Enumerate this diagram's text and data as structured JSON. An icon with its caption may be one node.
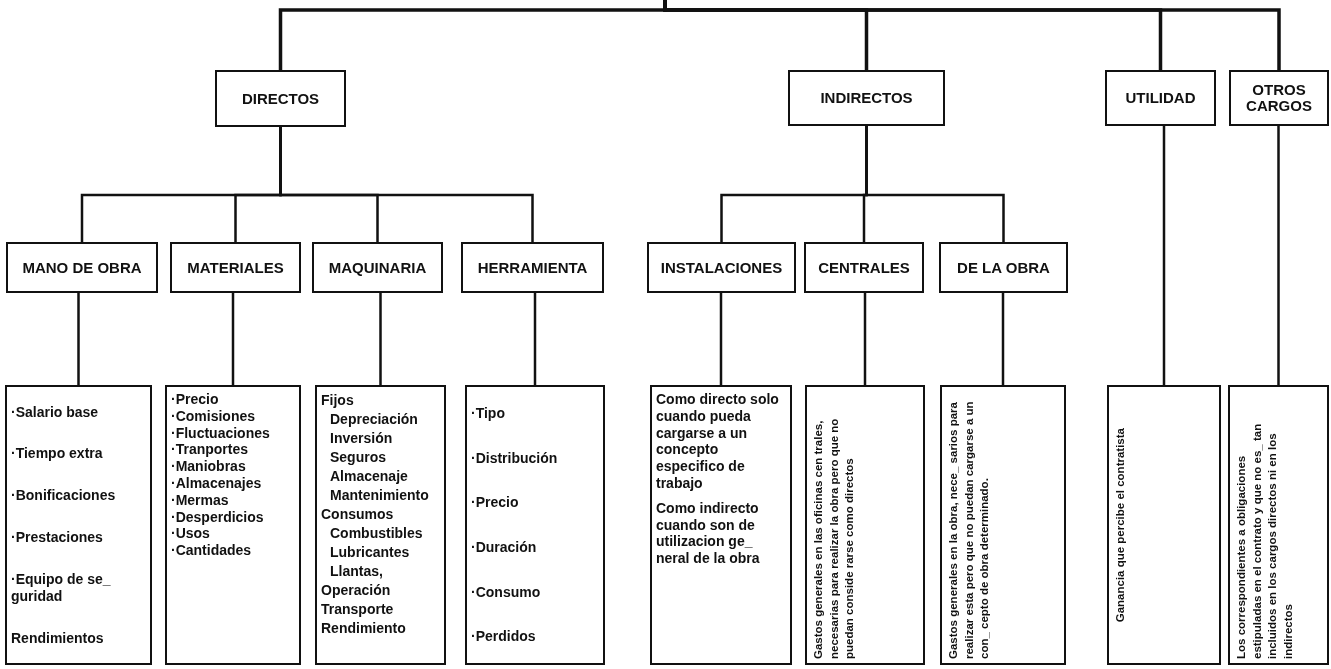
{
  "diagram": {
    "nodes": [
      {
        "text": [
          "DIRECTOS"
        ]
      },
      {
        "text": [
          "INDIRECTOS"
        ]
      },
      {
        "text": [
          "UTILIDAD"
        ]
      },
      {
        "text": [
          "OTROS CARGOS"
        ]
      },
      {
        "text": [
          "MANO DE OBRA"
        ]
      },
      {
        "text": [
          "MATERIALES"
        ]
      },
      {
        "text": [
          "MAQUINARIA"
        ]
      },
      {
        "text": [
          "HERRAMIENTA"
        ]
      },
      {
        "text": [
          "INSTALACIONES"
        ]
      },
      {
        "text": [
          "CENTRALES"
        ]
      },
      {
        "text": [
          "DE LA OBRA"
        ]
      },
      {
        "text": [
          "·Salario base",
          "·Tiempo extra",
          "·Bonificaciones",
          "·Prestaciones",
          "·Equipo de se_ guridad",
          "Rendimientos"
        ]
      },
      {
        "text": [
          "·Precio",
          "·Comisiones",
          "·Fluctuaciones",
          "·Tranportes",
          "·Maniobras",
          "·Almacenajes",
          "·Mermas",
          "·Desperdicios",
          "·Usos",
          "·Cantidades"
        ]
      },
      {
        "text": [
          "Fijos",
          "Depreciación",
          "Inversión",
          "Seguros",
          "Almacenaje",
          "Mantenimiento",
          "Consumos",
          "Combustibles",
          "Lubricantes",
          "Llantas,",
          "Operación",
          "Transporte",
          "Rendimiento"
        ]
      },
      {
        "text": [
          "·Tipo",
          "·Distribución",
          "·Precio",
          "·Duración",
          "·Consumo",
          "·Perdidos"
        ]
      },
      {
        "text": [
          "Como directo solo cuando pueda cargarse a un concepto especifico de trabajo",
          "Como indirecto cuando son de utilizacion ge_ neral de la obra"
        ]
      },
      {
        "text": [
          "Gastos generales en las oficinas cen trales, necesarias para realizar la obra pero que no puedan conside rarse como directos"
        ]
      },
      {
        "text": [
          "Gastos generales en la obra, nece_ sarios para realizar esta pero que no puedan cargarse a un con_ cepto de obra determinado."
        ]
      },
      {
        "text": [
          "Ganancia que percibe el contratista"
        ]
      },
      {
        "text": [
          "Los correspondientes a obligaciones estipuladas en el contrato y que no es_ tan incluidos en los cargos directos ni en los indirectos"
        ]
      }
    ],
    "edges": [
      {
        "from": null,
        "to": 0,
        "arrow": "none"
      },
      {
        "from": null,
        "to": 1,
        "arrow": "none"
      },
      {
        "from": null,
        "to": 2,
        "arrow": "none"
      },
      {
        "from": null,
        "to": 3,
        "arrow": "none"
      },
      {
        "from": 0,
        "to": 4,
        "arrow": "none"
      },
      {
        "from": 0,
        "to": 5,
        "arrow": "none"
      },
      {
        "from": 0,
        "to": 6,
        "arrow": "none"
      },
      {
        "from": 0,
        "to": 7,
        "arrow": "none"
      },
      {
        "from": 1,
        "to": 8,
        "arrow": "none"
      },
      {
        "from": 1,
        "to": 9,
        "arrow": "none"
      },
      {
        "from": 1,
        "to": 10,
        "arrow": "none"
      },
      {
        "from": 4,
        "to": 11,
        "arrow": "none"
      },
      {
        "from": 5,
        "to": 12,
        "arrow": "none"
      },
      {
        "from": 6,
        "to": 13,
        "arrow": "none"
      },
      {
        "from": 7,
        "to": 14,
        "arrow": "none"
      },
      {
        "from": 8,
        "to": 15,
        "arrow": "none"
      },
      {
        "from": 9,
        "to": 16,
        "arrow": "none"
      },
      {
        "from": 10,
        "to": 17,
        "arrow": "none"
      },
      {
        "from": 2,
        "to": 18,
        "arrow": "none"
      },
      {
        "from": 3,
        "to": 19,
        "arrow": "none"
      }
    ]
  }
}
